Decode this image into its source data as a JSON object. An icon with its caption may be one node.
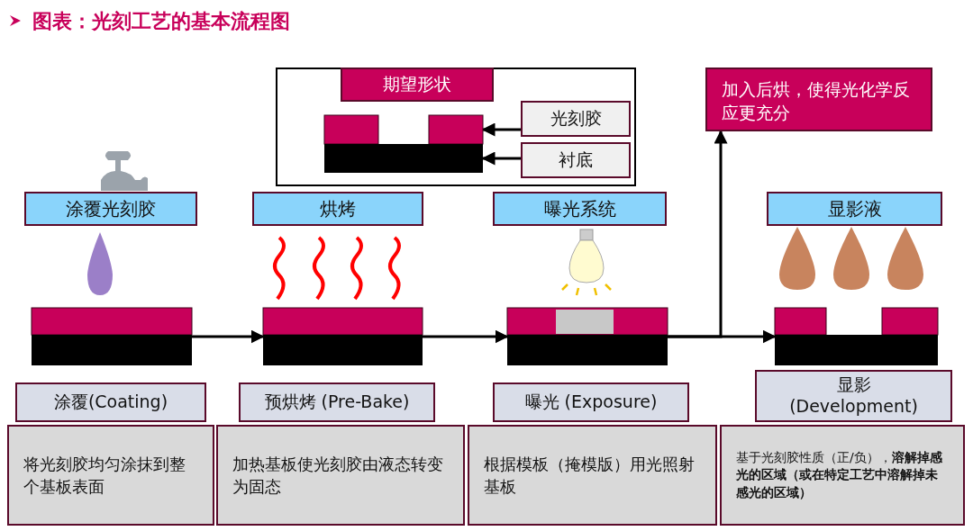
{
  "diagram": {
    "title": "图表：光刻工艺的基本流程图",
    "nodes": [
      {
        "text": [
          "涂覆光刻胶"
        ]
      },
      {
        "text": [
          "烘烤"
        ]
      },
      {
        "text": [
          "曝光系统"
        ]
      },
      {
        "text": [
          "显影液"
        ]
      },
      {
        "text": [
          "期望形状"
        ]
      },
      {
        "text": [],
        "shape": "box",
        "in": 4
      },
      {
        "text": [],
        "shape": "box",
        "in": 4
      },
      {
        "text": [
          "光刻胶"
        ],
        "in": 4
      },
      {
        "text": [
          "衬底"
        ],
        "in": 4
      },
      {
        "text": [],
        "shape": "box"
      },
      {
        "text": [],
        "shape": "box"
      },
      {
        "text": [],
        "shape": "box"
      },
      {
        "text": [],
        "shape": "box"
      },
      {
        "text": [
          "加入后烘，使得光化学反应更充分"
        ]
      },
      {
        "text": [
          "涂覆(Coating)"
        ]
      },
      {
        "text": [
          "预烘烤 (Pre-Bake)"
        ]
      },
      {
        "text": [
          "曝光 (Exposure)"
        ]
      },
      {
        "text": [
          "显影 (Development)"
        ]
      },
      {
        "text": [
          "将光刻胶均匀涂抹到整个基板表面"
        ]
      },
      {
        "text": [
          "加热基板使光刻胶由液态转变为固态"
        ]
      },
      {
        "text": [
          "根据模板（掩模版）用光照射基板"
        ]
      },
      {
        "text": [
          "基于光刻胶性质（正/负），**溶解掉感光的区域（或在特定工艺中溶解掉未感光的区域）**"
        ]
      }
    ],
    "edges": [
      {
        "from": 7,
        "to": 5,
        "arrow": "to"
      },
      {
        "from": 8,
        "to": 6,
        "arrow": "to"
      },
      {
        "from": 9,
        "to": 10,
        "arrow": "to"
      },
      {
        "from": 10,
        "to": 11,
        "arrow": "to"
      },
      {
        "from": 11,
        "to": 12,
        "arrow": "to"
      },
      {
        "from": 11,
        "to": 13,
        "arrow": "to"
      }
    ]
  }
}
